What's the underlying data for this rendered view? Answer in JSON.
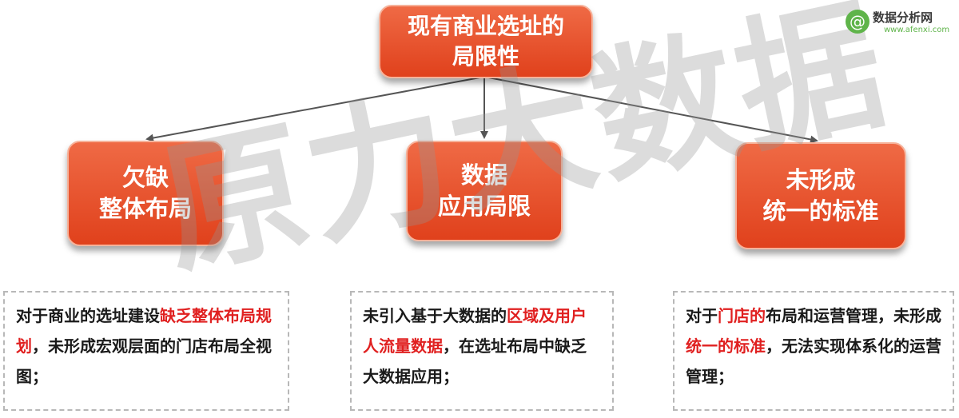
{
  "logo": {
    "icon_glyph": "@",
    "title": "数据分析网",
    "subtitle": "www.afenxi.com"
  },
  "watermark": "原力大数据",
  "top_node": {
    "line1": "现有商业选址的",
    "line2": "局限性"
  },
  "nodes": [
    {
      "line1": "欠缺",
      "line2": "整体布局"
    },
    {
      "line1": "数据",
      "line2": "应用局限"
    },
    {
      "line1": "未形成",
      "line2": "统一的标准"
    }
  ],
  "descriptions": {
    "left": {
      "p1": "对于商业的选址建设",
      "h1": "缺乏整体布局规划",
      "p2": "，未形成宏观层面的门店布局全视图；"
    },
    "mid": {
      "p1": "未引入基于大数据的",
      "h1": "区域及用户人流量数据",
      "p2": "，在选址布局中缺乏大数据应用；"
    },
    "right": {
      "p1": "对于",
      "h1": "门店的",
      "p2": "布局和运营管理，未形成",
      "h2": "统一的标准",
      "p3": "，无法实现体系化的运营管理；"
    }
  },
  "colors": {
    "box_fill": "#e8502a",
    "highlight_text": "#e02020",
    "connector": "#555555",
    "dashed_border": "#b8b8b8"
  }
}
